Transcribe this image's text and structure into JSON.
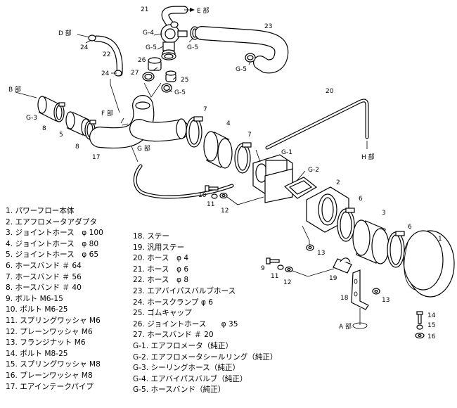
{
  "legend_left": [
    "1. パワーフロー本体",
    "2. エアフロメータアダプタ",
    "3. ジョイントホース　φ 100",
    "4. ジョイントホース　φ 80",
    "5. ジョイントホース　φ 65",
    "6. ホースバンド ＃ 64",
    "7. ホースバンド ＃ 56",
    "8. ホースバンド ＃ 40",
    "9. ボルト M6-15",
    "10. ボルト M6-25",
    "11. スプリングワッシャ M6",
    "12. プレーンワッシャ M6",
    "13. フランジナット M6",
    "14. ボルト M8-25",
    "15. スプリングワッシャ M8",
    "16. プレーンワッシャ M8",
    "17. エアインテークパイプ"
  ],
  "legend_right": [
    "18. ステー",
    "19. 汎用ステー",
    "20. ホース　φ 4",
    "21. ホース　φ 6",
    "22. ホース　φ 8",
    "23. エアバイパスバルブホース",
    "24. ホースクランプ φ 6",
    "25. ゴムキャップ",
    "26. ジョイントホース　　φ 35",
    "27. ホースバンド ＃ 20",
    "G-1. エアフロメータ（純正）",
    "G-2. エアフロメータシールリング（純正）",
    "G-3. シーリングホース（純正）",
    "G-4. エアバイパスバルブ（純正）",
    "G-5. ホースバンド（純正）"
  ],
  "section_labels": {
    "a": "A 部",
    "b": "B 部",
    "d": "D 部",
    "e": "E 部",
    "f": "F 部",
    "g": "G 部",
    "h": "H 部"
  },
  "callouts": {
    "c1": "1",
    "c2": "2",
    "c3": "3",
    "c4": "4",
    "c5": "5",
    "c6a": "6",
    "c6b": "6",
    "c7a": "7",
    "c7b": "7",
    "c8a": "8",
    "c8b": "8",
    "c9": "9",
    "c10": "10",
    "c11a": "11",
    "c11b": "11",
    "c12a": "12",
    "c12b": "12",
    "c13a": "13",
    "c13b": "13",
    "c14": "14",
    "c15": "15",
    "c16": "16",
    "c17": "17",
    "c18": "18",
    "c19": "19",
    "c20": "20",
    "c21": "21",
    "c22": "22",
    "c23": "23",
    "c24a": "24",
    "c24b": "24",
    "c25": "25",
    "c26": "26",
    "c27": "27",
    "g1": "G-1",
    "g2": "G-2",
    "g3": "G-3",
    "g4": "G-4",
    "g5a": "G-5",
    "g5b": "G-5",
    "g5c": "G-5",
    "g5d": "G-5"
  }
}
